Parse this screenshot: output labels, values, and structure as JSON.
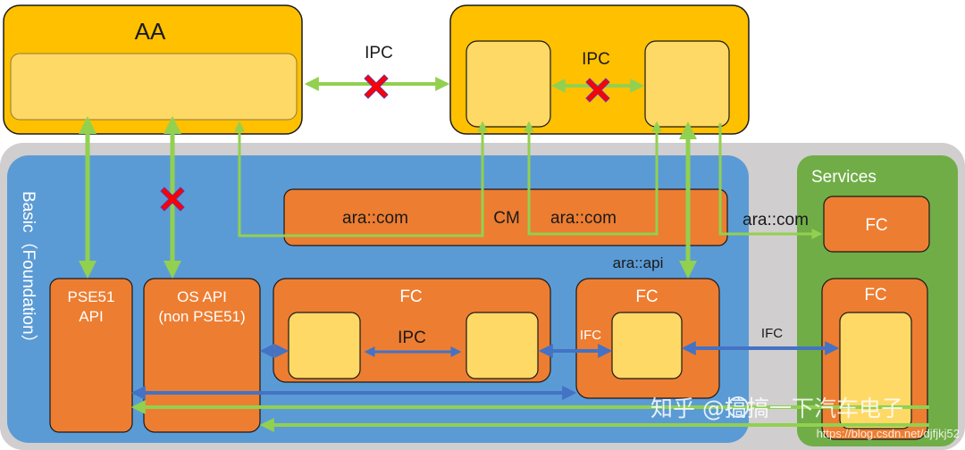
{
  "labels": {
    "aa": "AA",
    "ipc": "IPC",
    "basic": "Basic（Foundation）",
    "services": "Services",
    "ara_com": "ara::com",
    "cm": "CM",
    "ara_api": "ara::api",
    "fc": "FC",
    "ifc": "IFC",
    "pse51_api": "PSE51",
    "pse51_api_2": "API",
    "os_api": "OS API",
    "os_api_2": "(non PSE51)"
  },
  "watermark": {
    "main": "知乎 @搞搞一下汽车电子",
    "url": "https://blog.csdn.net/djfjkj52"
  },
  "colors": {
    "aa_fill": "#ffc000",
    "inner_fill": "#ffd966",
    "basic_fill": "#5b9bd5",
    "services_fill": "#70ad47",
    "outer_gray": "#d0cece",
    "fc_fill": "#ed7d31",
    "green_arrow": "#92d050",
    "blue_arrow": "#4472c4",
    "blocked_x": "#ff0000"
  }
}
